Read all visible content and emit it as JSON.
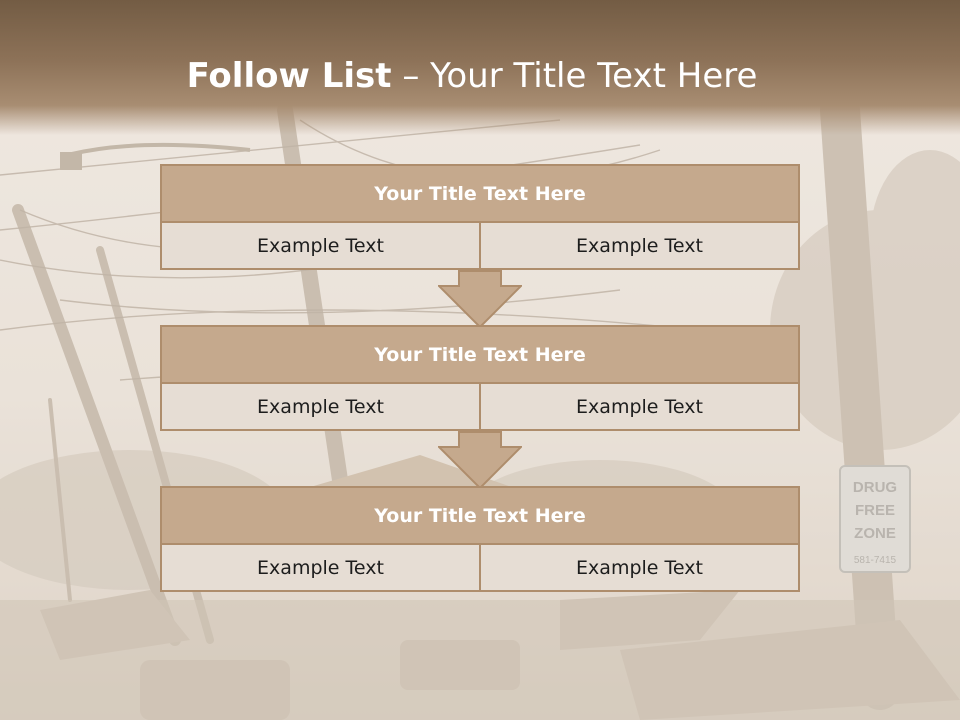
{
  "slide": {
    "title_bold": "Follow List",
    "title_rest": " – Your Title Text Here",
    "accent_color": "#c5a98d",
    "border_color": "#ae8d6c",
    "band_color": "#8d7258"
  },
  "steps": [
    {
      "title": "Your Title Text Here",
      "left": "Example Text",
      "right": "Example Text"
    },
    {
      "title": "Your Title Text Here",
      "left": "Example Text",
      "right": "Example Text"
    },
    {
      "title": "Your Title Text Here",
      "left": "Example Text",
      "right": "Example Text"
    }
  ],
  "background": {
    "sign_lines": [
      "DRUG",
      "FREE",
      "ZONE"
    ],
    "sign_phone": "581-7415"
  }
}
